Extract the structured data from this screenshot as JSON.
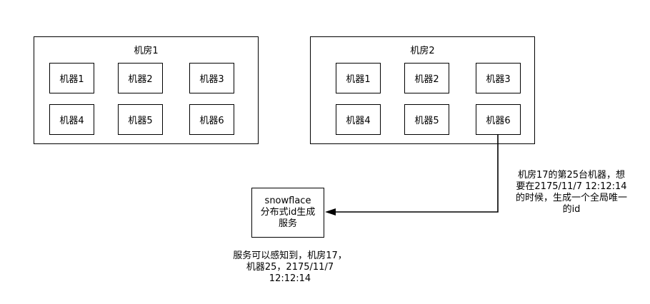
{
  "rooms": [
    {
      "title": "机房1",
      "machines": [
        "机器1",
        "机器2",
        "机器3",
        "机器4",
        "机器5",
        "机器6"
      ]
    },
    {
      "title": "机房2",
      "machines": [
        "机器1",
        "机器2",
        "机器3",
        "机器4",
        "机器5",
        "机器6"
      ]
    }
  ],
  "service": {
    "lines": [
      "snowflace",
      "分布式id生成",
      "服务"
    ]
  },
  "request_note": {
    "lines": [
      "机房17的第25台机器，想",
      "要在2175/11/7 12:12:14",
      "的时候，生成一个全局唯一",
      "的id"
    ]
  },
  "service_note": {
    "lines": [
      "服务可以感知到，机房17，",
      "机器25，2175/11/7",
      "12:12:14"
    ]
  }
}
